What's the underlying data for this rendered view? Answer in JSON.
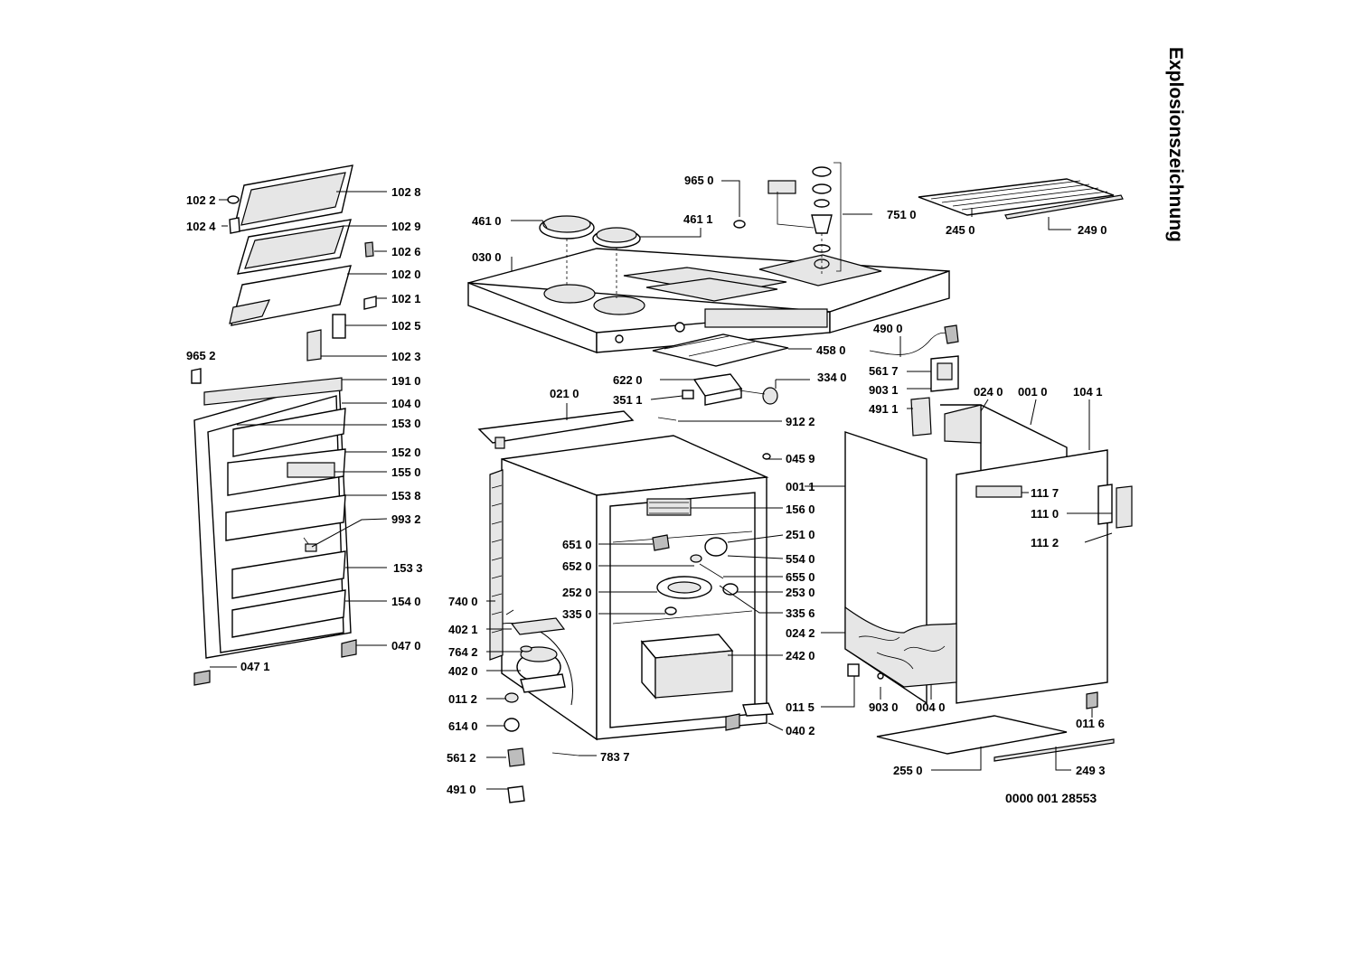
{
  "title": "Explosionszeichnung",
  "reference_number": "0000 001 28553",
  "part_labels": [
    "102 2",
    "102 8",
    "102 4",
    "102 9",
    "102 6",
    "102 0",
    "102 1",
    "102 5",
    "102 3",
    "965 2",
    "191 0",
    "104 0",
    "153 0",
    "152 0",
    "155 0",
    "153 8",
    "993 2",
    "153 3",
    "154 0",
    "047 0",
    "047 1",
    "965 0",
    "461 0",
    "461 1",
    "751 0",
    "030 0",
    "245 0",
    "249 0",
    "458 0",
    "622 0",
    "334 0",
    "351 1",
    "021 0",
    "912 2",
    "045 9",
    "001 1",
    "490 0",
    "561 7",
    "903 1",
    "491 1",
    "024 0",
    "001 0",
    "104 1",
    "156 0",
    "251 0",
    "651 0",
    "554 0",
    "652 0",
    "655 0",
    "252 0",
    "253 0",
    "335 0",
    "335 6",
    "740 0",
    "402 1",
    "764 2",
    "402 0",
    "011 2",
    "614 0",
    "561 2",
    "491 0",
    "783 7",
    "242 0",
    "011 5",
    "040 2",
    "024 2",
    "903 0",
    "004 0",
    "111 7",
    "111 0",
    "111 2",
    "011 6",
    "255 0",
    "249 3"
  ]
}
